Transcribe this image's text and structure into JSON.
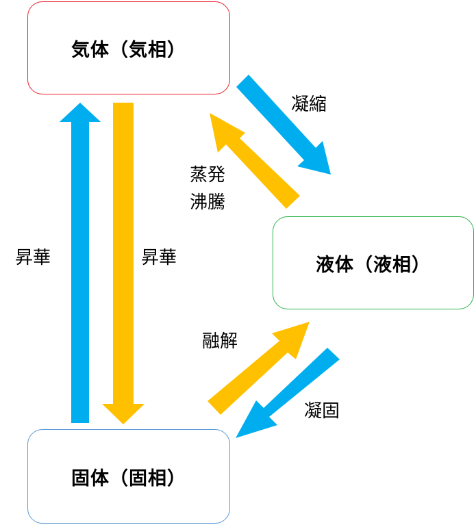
{
  "colors": {
    "gas_border": "#e8212b",
    "liquid_border": "#2cb34a",
    "solid_border": "#5b9bd5",
    "blue_arrow": "#00aeef",
    "orange_arrow": "#ffc000"
  },
  "states": {
    "gas": "気体（気相）",
    "liquid": "液体（液相）",
    "solid": "固体（固相）"
  },
  "transitions": {
    "condensation": "凝縮",
    "evaporation": "蒸発",
    "boiling": "沸騰",
    "sublimation_up": "昇華",
    "sublimation_down": "昇華",
    "melting": "融解",
    "freezing": "凝固"
  }
}
